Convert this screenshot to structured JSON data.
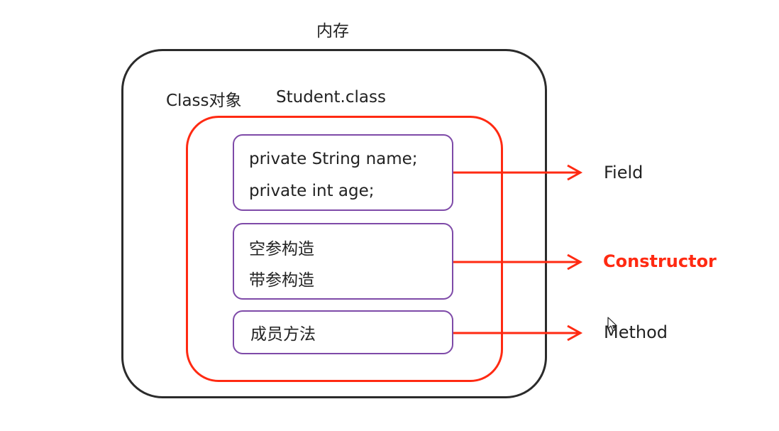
{
  "diagram": {
    "memory_label": "内存",
    "class_object_label": "Class对象",
    "class_name": "Student.class",
    "sections": [
      {
        "lines": [
          "private String name;",
          "private int age;"
        ],
        "target_label": "Field",
        "highlight": false
      },
      {
        "lines": [
          "空参构造",
          "带参构造"
        ],
        "target_label": "Constructor",
        "highlight": true
      },
      {
        "lines": [
          "成员方法"
        ],
        "target_label": "Method",
        "highlight": false
      }
    ]
  },
  "colors": {
    "memory_border": "#2b2b2b",
    "class_border": "#ff2a12",
    "section_border": "#7e4aa8",
    "arrow": "#ff2a12",
    "highlight_text": "#ff2a12"
  },
  "icons": {
    "cursor": "mouse-pointer-icon"
  }
}
